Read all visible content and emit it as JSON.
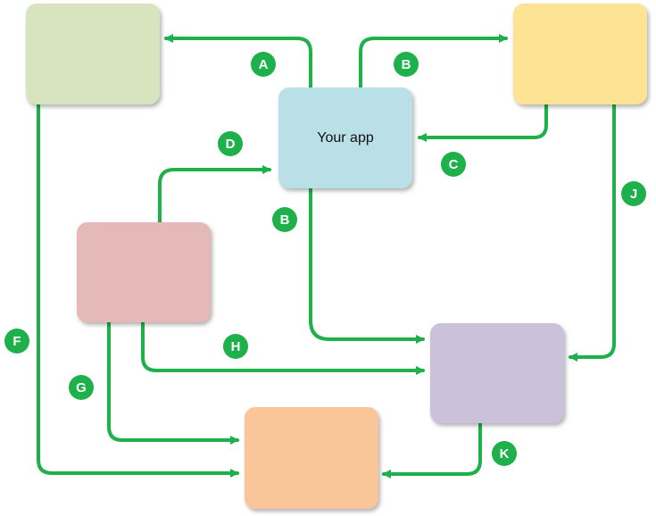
{
  "colors": {
    "arrow": "#1db04b",
    "box_green": "#d7e4bd",
    "box_yellow": "#fde394",
    "box_blue": "#b9dfe7",
    "box_red": "#e4b9b7",
    "box_purple": "#ccc1da",
    "box_orange": "#f9c599"
  },
  "boxes": {
    "app": {
      "label": "Your app"
    }
  },
  "badges": {
    "a": "A",
    "b_top": "B",
    "c": "C",
    "d": "D",
    "b_left": "B",
    "j": "J",
    "f": "F",
    "h": "H",
    "g": "G",
    "k": "K"
  }
}
